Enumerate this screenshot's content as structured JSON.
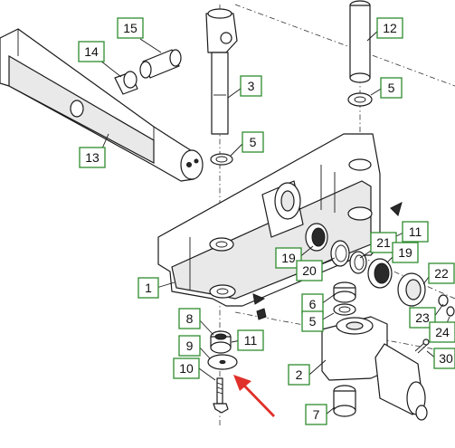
{
  "figure": {
    "callout_border_color": "#2e8b2e",
    "arrow_color": "#e0302a",
    "callouts": [
      {
        "id": "c15",
        "label": "15"
      },
      {
        "id": "c14",
        "label": "14"
      },
      {
        "id": "c13",
        "label": "13"
      },
      {
        "id": "c3",
        "label": "3"
      },
      {
        "id": "c5a",
        "label": "5"
      },
      {
        "id": "c12",
        "label": "12"
      },
      {
        "id": "c5b",
        "label": "5"
      },
      {
        "id": "c11a",
        "label": "11"
      },
      {
        "id": "c21",
        "label": "21"
      },
      {
        "id": "c19a",
        "label": "19"
      },
      {
        "id": "c19b",
        "label": "19"
      },
      {
        "id": "c20",
        "label": "20"
      },
      {
        "id": "c22",
        "label": "22"
      },
      {
        "id": "c23",
        "label": "23"
      },
      {
        "id": "c24",
        "label": "24"
      },
      {
        "id": "c1",
        "label": "1"
      },
      {
        "id": "c6",
        "label": "6"
      },
      {
        "id": "c5c",
        "label": "5"
      },
      {
        "id": "c8",
        "label": "8"
      },
      {
        "id": "c11b",
        "label": "11"
      },
      {
        "id": "c9",
        "label": "9"
      },
      {
        "id": "c10",
        "label": "10"
      },
      {
        "id": "c2",
        "label": "2"
      },
      {
        "id": "c30",
        "label": "30"
      },
      {
        "id": "c7",
        "label": "7"
      }
    ]
  }
}
